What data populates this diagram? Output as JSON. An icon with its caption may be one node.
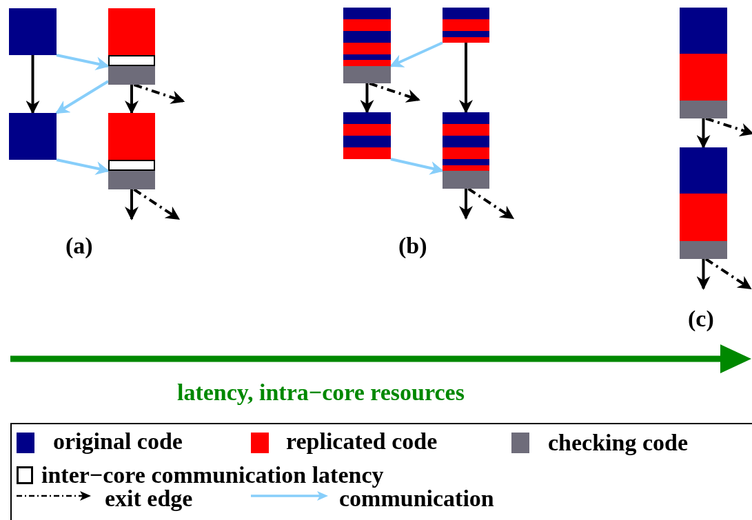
{
  "diagram": {
    "nodes": [
      {
        "text": [],
        "shape": "box"
      },
      {
        "text": [],
        "shape": "box"
      },
      {
        "text": [],
        "shape": "box"
      },
      {
        "text": [],
        "shape": "box"
      },
      {
        "text": [],
        "shape": "box"
      },
      {
        "text": [],
        "shape": "box"
      },
      {
        "text": [],
        "shape": "box"
      },
      {
        "text": [],
        "shape": "box"
      },
      {
        "text": [],
        "shape": "box"
      },
      {
        "text": [],
        "shape": "box"
      }
    ],
    "edges": [
      {
        "from": 0,
        "to": 2,
        "arrow": "to"
      },
      {
        "from": 0,
        "to": 1,
        "arrow": "to",
        "color": "#87cefa"
      },
      {
        "from": 1,
        "to": 2,
        "arrow": "to",
        "color": "#87cefa"
      },
      {
        "from": 1,
        "to": 3,
        "arrow": "to"
      },
      {
        "from": 1,
        "to": null,
        "arrow": "to",
        "style": "dashed"
      },
      {
        "from": 2,
        "to": 3,
        "arrow": "to",
        "color": "#87cefa"
      },
      {
        "from": 3,
        "to": null,
        "arrow": "to"
      },
      {
        "from": 3,
        "to": null,
        "arrow": "to",
        "style": "dashed"
      },
      {
        "from": 5,
        "to": 4,
        "arrow": "to",
        "color": "#87cefa"
      },
      {
        "from": 5,
        "to": 7,
        "arrow": "to"
      },
      {
        "from": 4,
        "to": 6,
        "arrow": "to"
      },
      {
        "from": 4,
        "to": null,
        "arrow": "to",
        "style": "dashed"
      },
      {
        "from": 6,
        "to": 7,
        "arrow": "to",
        "color": "#87cefa"
      },
      {
        "from": 7,
        "to": null,
        "arrow": "to"
      },
      {
        "from": 7,
        "to": null,
        "arrow": "to",
        "style": "dashed"
      },
      {
        "from": 8,
        "to": 9,
        "arrow": "to"
      },
      {
        "from": 8,
        "to": null,
        "arrow": "to",
        "style": "dashed"
      },
      {
        "from": 9,
        "to": null,
        "arrow": "to"
      },
      {
        "from": 9,
        "to": null,
        "arrow": "to",
        "style": "dashed"
      }
    ],
    "labels": [
      "(a)",
      "(b)",
      "(c)",
      "latency, intra−core resources"
    ],
    "legend": [
      {
        "text": "original code",
        "color": "#000088"
      },
      {
        "text": "replicated code",
        "color": "#ff0000"
      },
      {
        "text": "checking code",
        "color": "#6e6c7a"
      },
      {
        "text": "inter−core communication latency"
      },
      {
        "text": "exit edge"
      },
      {
        "text": "communication"
      }
    ]
  }
}
